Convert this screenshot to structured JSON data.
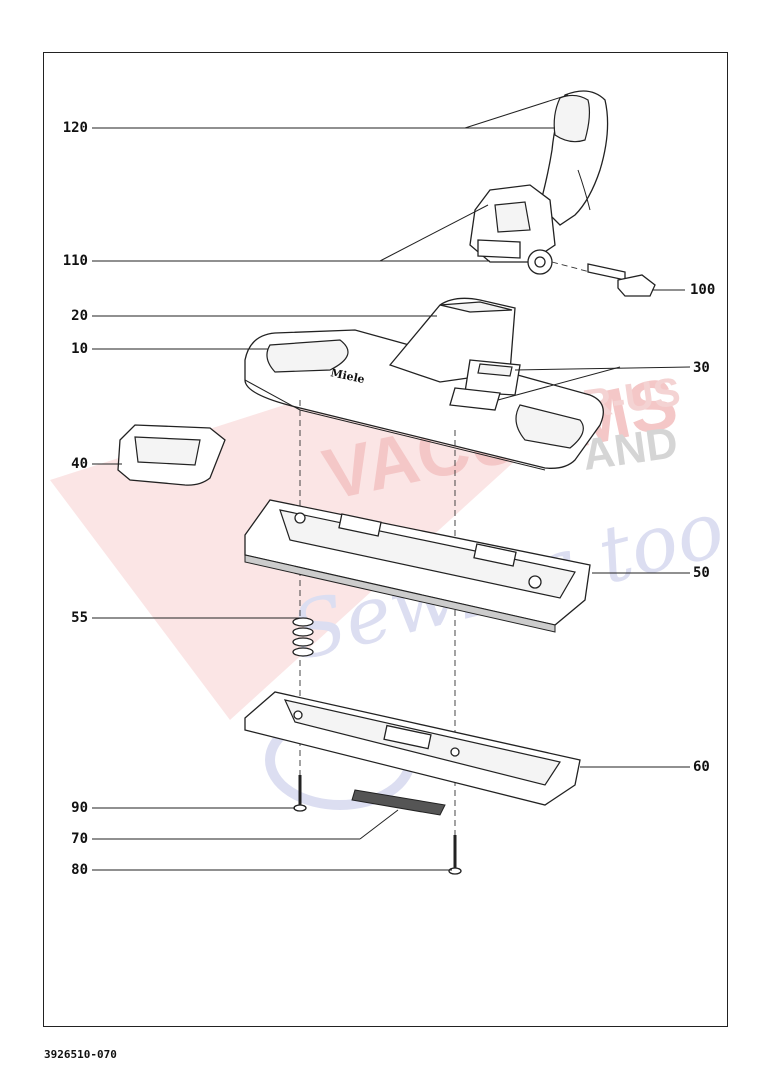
{
  "callouts": {
    "c120": "120",
    "c110": "110",
    "c100": "100",
    "c20": "20",
    "c10": "10",
    "c30": "30",
    "c40": "40",
    "c50": "50",
    "c55": "55",
    "c60": "60",
    "c90": "90",
    "c70": "70",
    "c80": "80"
  },
  "brand_marking": "Miele",
  "watermark": {
    "line1": "VACUUMS",
    "line2": "R-US",
    "line3": "AND",
    "line4": "Sewing too"
  },
  "document_number": "3926510-070"
}
